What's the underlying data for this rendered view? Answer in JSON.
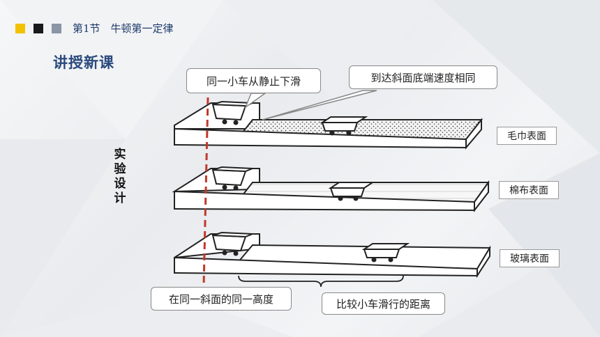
{
  "header": {
    "section_label": "第1节　牛顿第一定律",
    "square_colors": [
      "#f2c200",
      "#1a1a1a",
      "#8a95a5"
    ]
  },
  "title": "讲授新课",
  "vertical_label": [
    "实",
    "验",
    "设",
    "计"
  ],
  "callouts": {
    "top_left": "同一小车从静止下滑",
    "top_right": "到达斜面底端速度相同",
    "bottom_left": "在同一斜面的同一高度",
    "bottom_right": "比较小车滑行的距离"
  },
  "surfaces": [
    "毛巾表面",
    "棉布表面",
    "玻璃表面"
  ],
  "colors": {
    "accent": "#2a4a7c",
    "dashed_line": "#c0392b"
  }
}
